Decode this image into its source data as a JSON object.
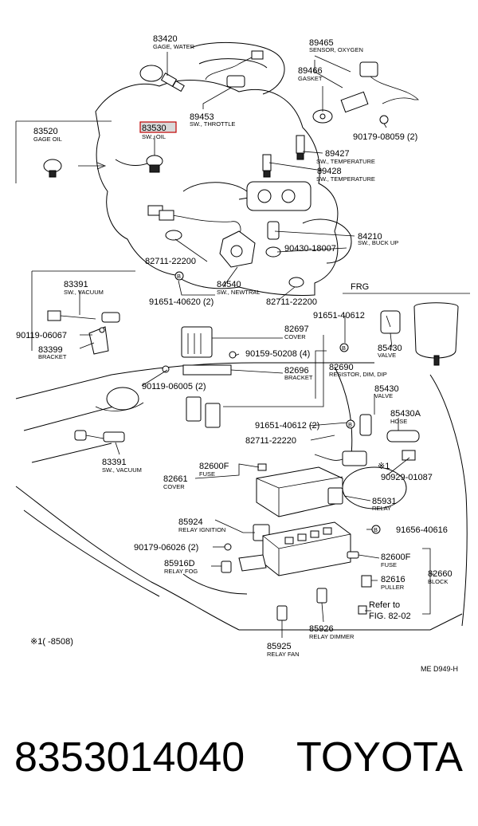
{
  "diagram": {
    "labels": {
      "p83420": "83420",
      "d83420": "GAGE, WATER",
      "p89465": "89465",
      "d89465": "SENSOR, OXYGEN",
      "p89466": "89466",
      "d89466": "GASKET",
      "p89453": "89453",
      "d89453": "SW., THROTTLE",
      "p83520": "83520",
      "d83520": "GAGE OIL",
      "p83530": "83530",
      "d83530": "SW., OIL",
      "p90179a": "90179-08059 (2)",
      "p89427": "89427",
      "d89427": "SW., TEMPERATURE",
      "p89428": "89428",
      "d89428": "SW., TEMPERATURE",
      "p84210": "84210",
      "d84210": "SW., BUCK UP",
      "p90430": "90430-18007",
      "p82711a": "82711-22200",
      "p84540": "84540",
      "d84540": "SW., NEWTRAL",
      "p91651a": "91651-40620 (2)",
      "p82711b": "82711-22200",
      "frg": "FRG",
      "p83391a": "83391",
      "d83391a": "SW., VACUUM",
      "p90119a": "90119-06067",
      "p83399": "83399",
      "d83399": "BRACKET",
      "p91651b": "91651-40612",
      "p85430a": "85430",
      "d85430a": "VALVE",
      "p82697": "82697",
      "d82697": "COVER",
      "p90159": "90159-50208 (4)",
      "p82690": "82690",
      "d82690": "RESISTOR, DIM, DIP",
      "p82696": "82696",
      "d82696": "BRACKET",
      "p90119b": "90119-06005 (2)",
      "p85430b": "85430",
      "d85430b": "VALVE",
      "p85430A": "85430A",
      "d85430A": "HOSE",
      "p91651c": "91651-40612 (2)",
      "p82711c": "82711-22220",
      "p83391b": "83391",
      "d83391b": "SW., VACUUM",
      "p82600Fa": "82600F",
      "d82600Fa": "FUSE",
      "p82661": "82661",
      "d82661": "COVER",
      "p90929": "90929-01087",
      "star1": "※1",
      "p85931": "85931",
      "d85931": "RELAY",
      "p85924": "85924",
      "d85924": "RELAY IGNITION",
      "p91656": "91656-40616",
      "p90179b": "90179-06026 (2)",
      "p82600Fb": "82600F",
      "d82600Fb": "FUSE",
      "p85916D": "85916D",
      "d85916D": "RELAY FOG",
      "p82616": "82616",
      "d82616": "PULLER",
      "p82660": "82660",
      "d82660": "BLOCK",
      "refer": "Refer to",
      "fig": "FIG. 82-02",
      "p85926": "85926",
      "d85926": "RELAY DIMMER",
      "note": "※1(      -8508)",
      "p85925": "85925",
      "d85925": "RELAY FAN",
      "code": "ME D949-H",
      "bA": "B",
      "bB": "B",
      "bC": "B",
      "bD": "B"
    }
  },
  "footer": {
    "part_number": "8353014040",
    "brand": "TOYOTA"
  },
  "colors": {
    "highlight_border": "#c00000",
    "highlight_fill": "#d9d9d9"
  }
}
